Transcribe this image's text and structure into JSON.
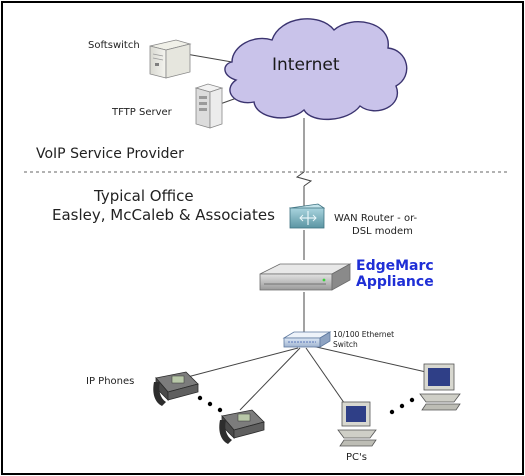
{
  "diagram": {
    "softswitch_label": "Softswitch",
    "tftp_label": "TFTP Server",
    "internet_label": "Internet",
    "provider_label": "VoIP Service Provider",
    "office_line1": "Typical Office",
    "office_line2": "Easley, McCaleb & Associates",
    "wan_line1": "WAN Router - or-",
    "wan_line2": "DSL modem",
    "edgemarc_line1": "EdgeMarc",
    "edgemarc_line2": "Appliance",
    "switch_line1": "10/100 Ethernet",
    "switch_line2": "Switch",
    "ip_phones_label": "IP Phones",
    "pcs_label": "PC's"
  },
  "colors": {
    "cloud_fill": "#c9c3ea",
    "cloud_stroke": "#3b3470",
    "brand": "#1f2fd6",
    "border": "#000000"
  },
  "icons": [
    "server-icon",
    "cloud-icon",
    "router-icon",
    "appliance-icon",
    "switch-icon",
    "phone-icon",
    "computer-icon"
  ]
}
